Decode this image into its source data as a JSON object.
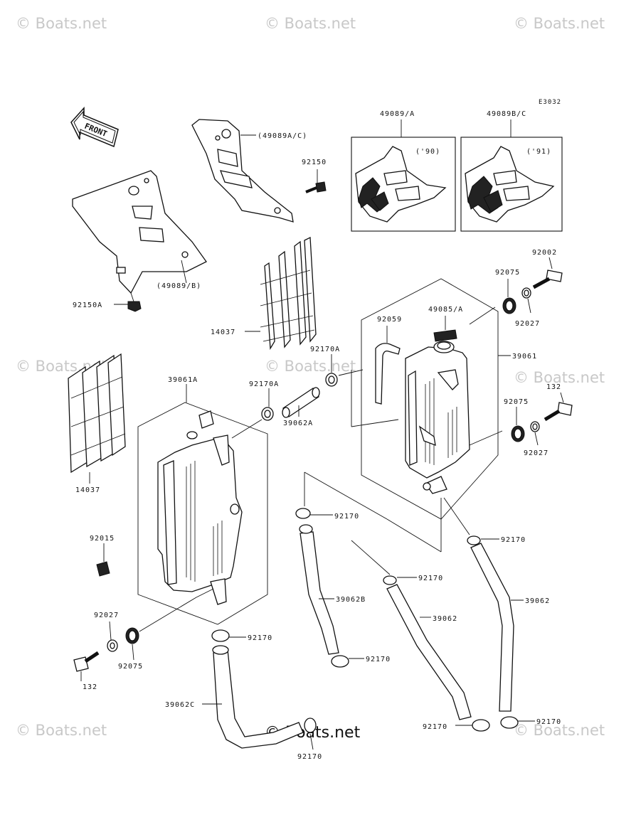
{
  "diagram": {
    "code": "E3032",
    "front_label": "FRONT",
    "watermark": "© Boats.net",
    "center_watermark": "© Boats.net"
  },
  "labels": {
    "p49089AC": "(49089A/C)",
    "p92150_top": "92150",
    "p49089B": "(49089/B)",
    "p92150A": "92150A",
    "p14037_mid": "14037",
    "p14037_left": "14037",
    "p49089A": "49089/A",
    "p49089BC": "49089B/C",
    "y90": "('90)",
    "y91": "('91)",
    "p92002": "92002",
    "p92075_r1": "92075",
    "p92027_r1": "92027",
    "p49085A": "49085/A",
    "p92059": "92059",
    "p39061": "39061",
    "p92170A_r": "92170A",
    "p39061A": "39061A",
    "p92170A_l": "92170A",
    "p39062A": "39062A",
    "p132_r": "132",
    "p92075_r2": "92075",
    "p92027_r2": "92027",
    "p92015": "92015",
    "p92170_a": "92170",
    "p92170_b": "92170",
    "p92170_c": "92170",
    "p39062B": "39062B",
    "p39062_mid": "39062",
    "p39062_right": "39062",
    "p92027_l": "92027",
    "p92075_l": "92075",
    "p132_l": "132",
    "p92170_d": "92170",
    "p92170_e": "92170",
    "p39062C": "39062C",
    "p92170_f": "92170",
    "p92170_g": "92170",
    "p92170_h": "92170"
  }
}
